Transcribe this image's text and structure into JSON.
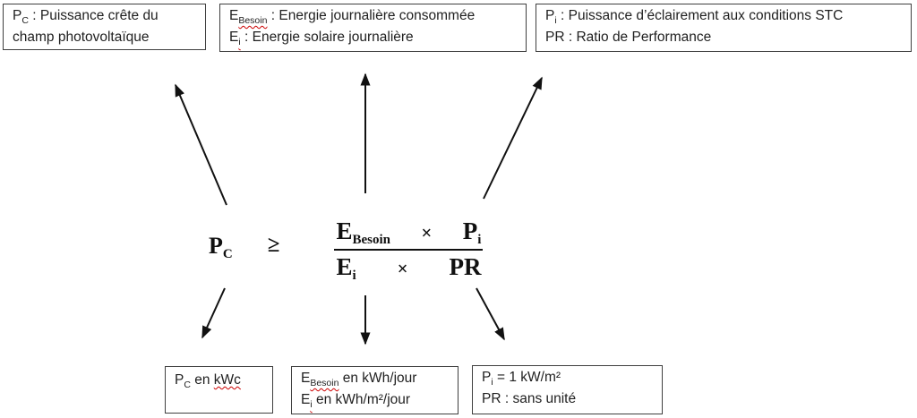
{
  "boxes": {
    "top_left": {
      "l1_base": "P",
      "l1_sub": "C",
      "l1_rest": " : Puissance crête du",
      "l2": "champ photovoltaïque"
    },
    "top_middle": {
      "l1_base": "E",
      "l1_sub": "Besoin",
      "l1_rest": " : Energie journalière consommée",
      "l2_base": "E",
      "l2_sub": "i",
      "l2_rest": " : Energie solaire journalière"
    },
    "top_right": {
      "l1_base": "P",
      "l1_sub": "i",
      "l1_rest": " : Puissance d’éclairement aux conditions STC",
      "l2": "PR : Ratio de Performance"
    },
    "bottom_left": {
      "l1_base": "P",
      "l1_sub": "C",
      "l1_mid": " en ",
      "l1_unit": "kWc"
    },
    "bottom_middle": {
      "l1_base": "E",
      "l1_sub": "Besoin",
      "l1_rest": " en kWh/jour",
      "l2_base": "E",
      "l2_sub": "i",
      "l2_rest": " en kWh/m²/jour"
    },
    "bottom_right": {
      "l1_base": "P",
      "l1_sub": "i",
      "l1_rest": " = 1 kW/m²",
      "l2": "PR : sans unité"
    }
  },
  "formula": {
    "lhs_base": "P",
    "lhs_sub": "C",
    "relation": "≥",
    "num_t1_base": "E",
    "num_t1_sub": "Besoin",
    "num_times": "×",
    "num_t2_base": "P",
    "num_t2_sub": "i",
    "den_t1_base": "E",
    "den_t1_sub": "i",
    "den_times": "×",
    "den_t2": "PR"
  },
  "colors": {
    "background": "#ffffff",
    "box_border": "#3f3f3f",
    "text": "#1f1f1f",
    "arrow": "#111111",
    "spellcheck_squiggle": "#cc0000"
  }
}
